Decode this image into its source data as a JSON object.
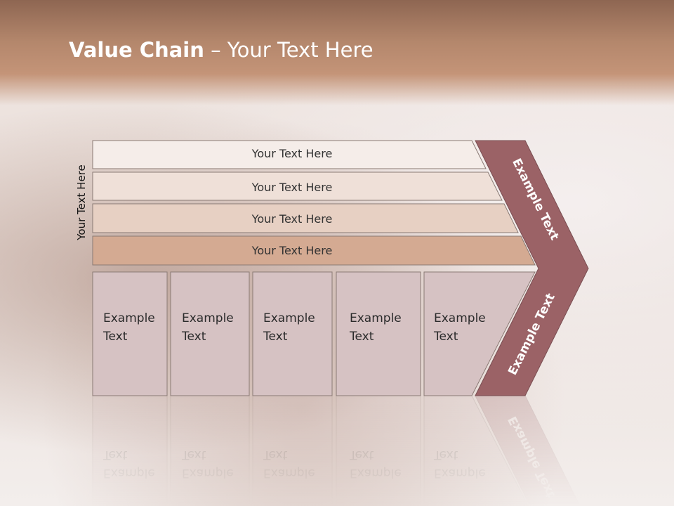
{
  "title": {
    "bold": "Value Chain",
    "rest": " – Your Text Here"
  },
  "vertical_label": "Your Text Here",
  "bars": [
    {
      "label": "Your Text Here"
    },
    {
      "label": "Your Text Here"
    },
    {
      "label": "Your Text Here"
    },
    {
      "label": "Your Text Here"
    }
  ],
  "cells": [
    {
      "line1": "Example",
      "line2": "Text"
    },
    {
      "line1": "Example",
      "line2": "Text"
    },
    {
      "line1": "Example",
      "line2": "Text"
    },
    {
      "line1": "Example",
      "line2": "Text"
    },
    {
      "line1": "Example",
      "line2": "Text"
    }
  ],
  "chevron": {
    "upper": "Example Text",
    "lower": "Example Text"
  },
  "colors": {
    "chevron": "#9b6266",
    "cells": "#d6c2c3",
    "bar1": "#f5ede9",
    "bar2": "#efe0d8",
    "bar3": "#e7d0c3",
    "bar4": "#d4aa92"
  }
}
